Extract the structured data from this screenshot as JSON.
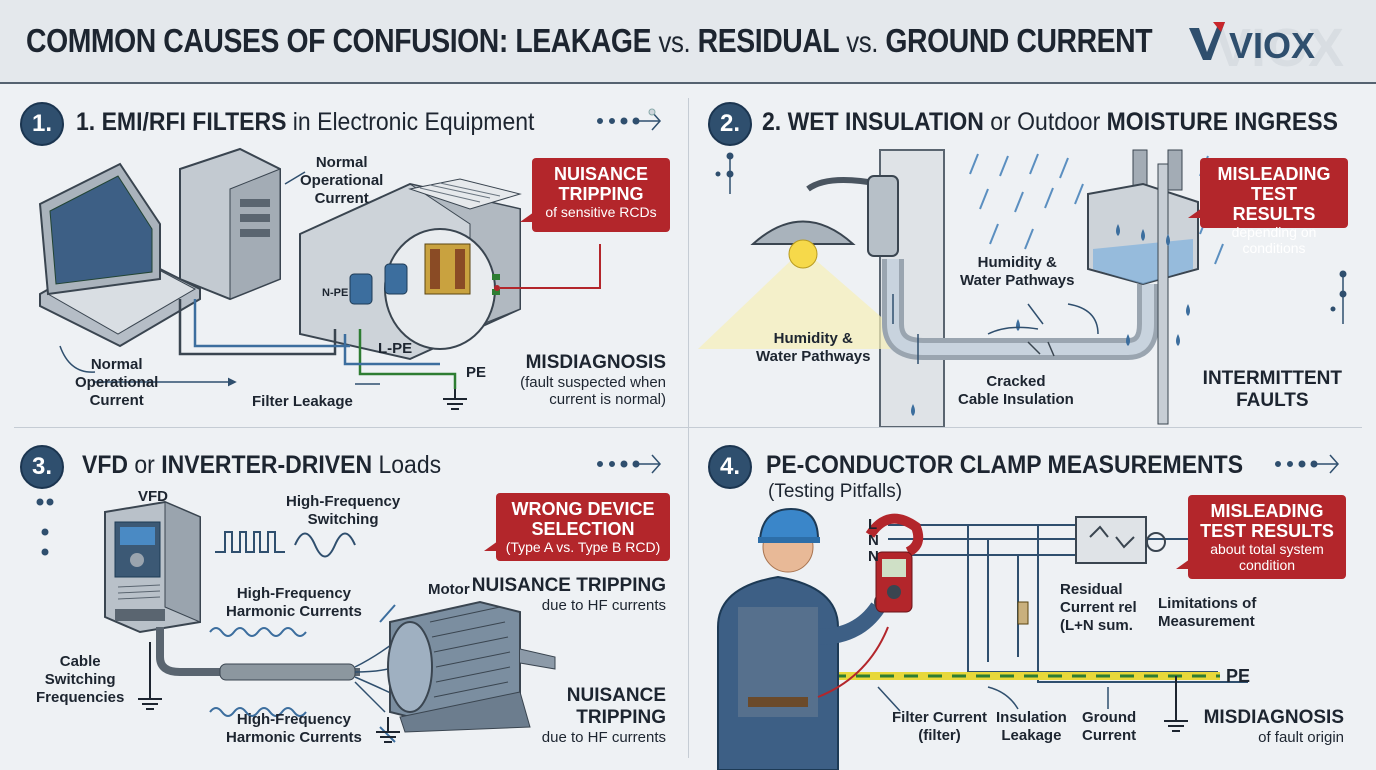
{
  "header": {
    "title_a": "COMMON CAUSES OF CONFUSION: LEAKAGE",
    "vs1": "vs.",
    "title_b": "RESIDUAL",
    "vs2": "vs.",
    "title_c": "GROUND CURRENT",
    "logo": "VIOX"
  },
  "panels": [
    {
      "number": "1.",
      "title_bold": "1. EMI/RFI FILTERS",
      "title_rest": " in Electronic Equipment",
      "callout": {
        "line1": "NUISANCE",
        "line2": "TRIPPING",
        "line3": "of sensitive RCDs"
      },
      "labels": {
        "normal_top": "Normal\nOperational\nCurrent",
        "normal_left": "Normal\nOperational\nCurrent",
        "filter_leakage": "Filter Leakage",
        "npe": "N-PE",
        "lpe": "L-PE",
        "pe": "PE"
      },
      "note": {
        "title": "MISDIAGNOSIS",
        "text": "(fault suspected when\ncurrent is normal)"
      }
    },
    {
      "number": "2.",
      "title_bold": "2. WET INSULATION",
      "title_mid": " or Outdoor ",
      "title_bold2": "MOISTURE INGRESS",
      "callout": {
        "line1": "MISLEADING",
        "line2": "TEST RESULTS",
        "line3": "depending on conditions"
      },
      "labels": {
        "humidity_left": "Humidity &\nWater Pathways",
        "humidity_top": "Humidity &\nWater Pathways",
        "cracked": "Cracked\nCable Insulation"
      },
      "note": {
        "title": "INTERMITTENT\nFAULTS"
      }
    },
    {
      "number": "3.",
      "title_bold": "VFD",
      "title_mid": " or ",
      "title_bold2": "INVERTER-DRIVEN",
      "title_rest": " Loads",
      "callout": {
        "line1": "WRONG DEVICE",
        "line2": "SELECTION",
        "line3": "(Type A vs. Type B RCD)"
      },
      "labels": {
        "vfd": "VFD",
        "hf_switching": "High-Frequency\nSwitching",
        "hf_harmonic_top": "High-Frequency\nHarmonic Currents",
        "hf_harmonic_bottom": "High-Frequency\nHarmonic Currents",
        "motor": "Motor",
        "cable": "Cable\nSwitching\nFrequencies"
      },
      "note1": {
        "title": "NUISANCE TRIPPING",
        "text": "due to HF currents"
      },
      "note2": {
        "title": "NUISANCE\nTRIPPING",
        "text": "due to HF currents"
      }
    },
    {
      "number": "4.",
      "title_bold": "PE-CONDUCTOR CLAMP MEASUREMENTS",
      "subtitle": "(Testing Pitfalls)",
      "callout": {
        "line1": "MISLEADING",
        "line2": "TEST RESULTS",
        "line3": "about total system\ncondition"
      },
      "labels": {
        "l": "L",
        "n1": "N",
        "n2": "N",
        "pe": "PE",
        "residual": "Residual\nCurrent rel\n(L+N sum.",
        "limitations": "Limitations of\nMeasurement",
        "filter_current": "Filter Current\n(filter)",
        "insulation": "Insulation\nLeakage",
        "ground": "Ground\nCurrent"
      },
      "note": {
        "title": "MISDIAGNOSIS",
        "text": "of fault origin"
      }
    }
  ],
  "colors": {
    "accent_red": "#b3262b",
    "navy": "#2f4f6e",
    "pe_green": "#2e7d32",
    "pe_yellow": "#e8d83a",
    "wire_blue": "#3c6e9e"
  }
}
